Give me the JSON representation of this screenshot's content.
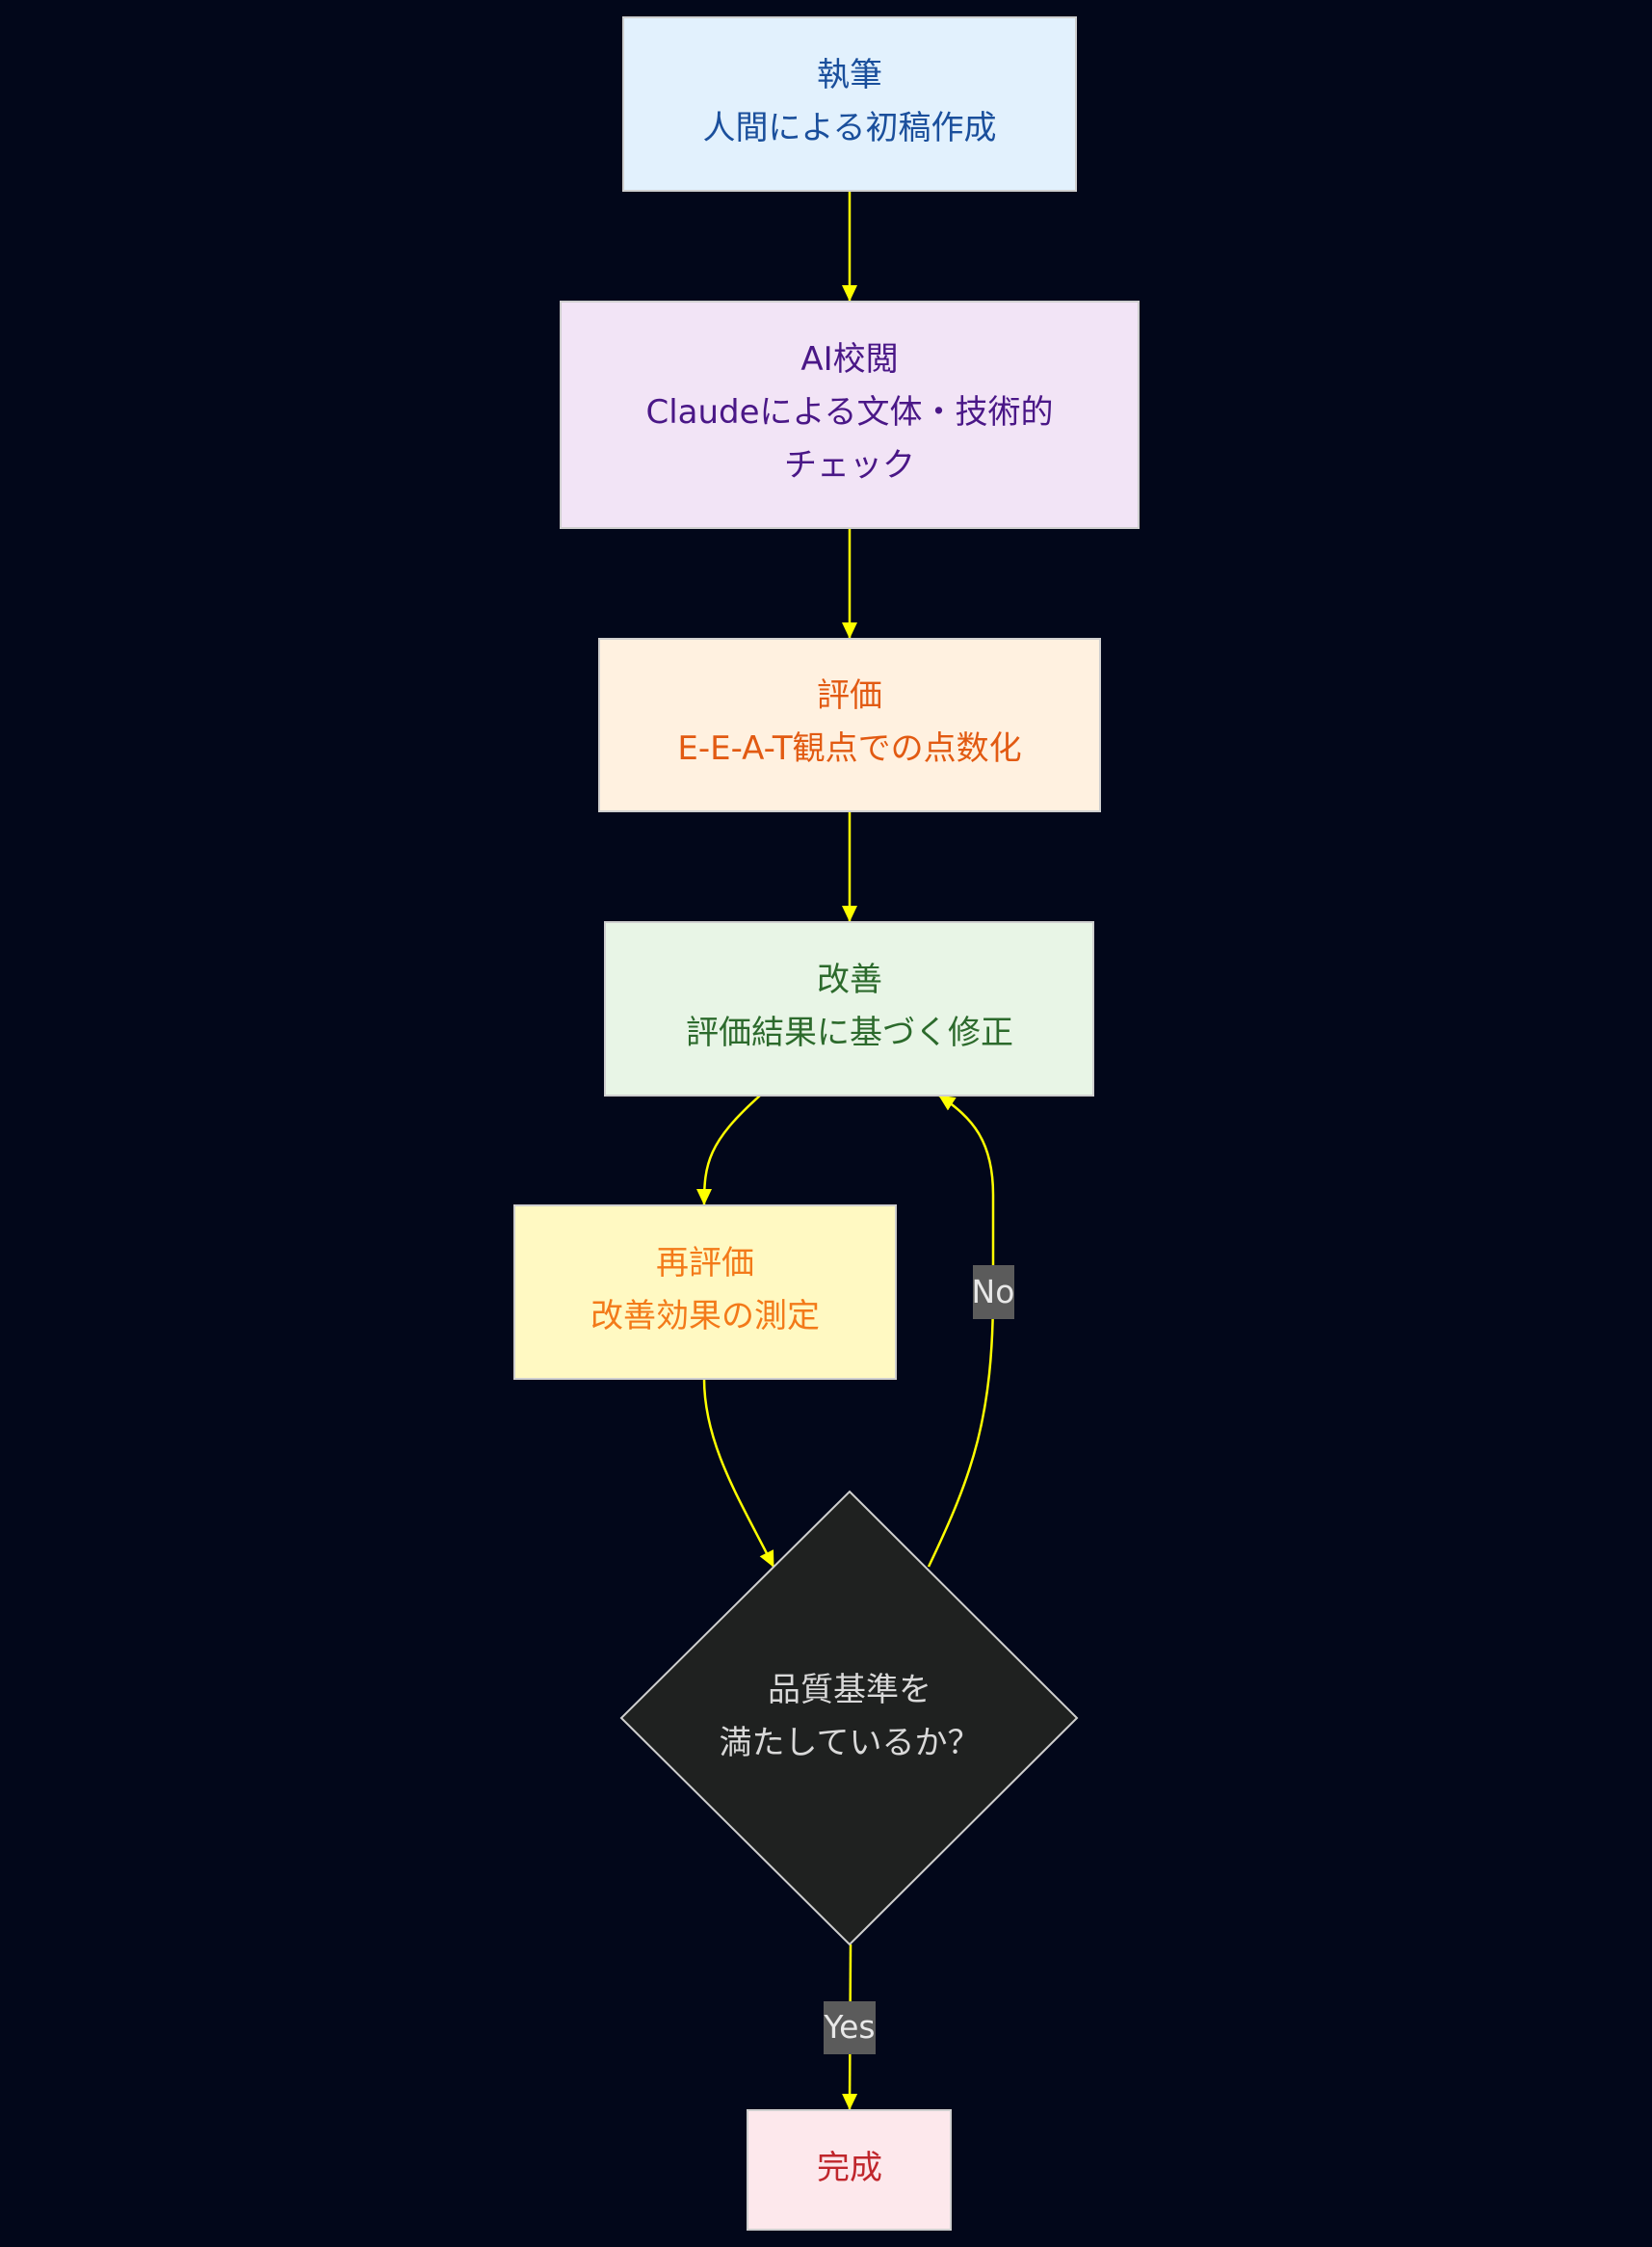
{
  "colors": {
    "background": "#02071a",
    "edge": "#ffff00",
    "node_border": "#cfcfcf",
    "edge_label_bg": "#5b5b5b",
    "edge_label_text": "#e8e8e8"
  },
  "nodes": {
    "write": {
      "title": "執筆",
      "line1": "人間による初稿作成",
      "fill": "#e2f1fd",
      "text_color": "#1a4f9c"
    },
    "ai_review": {
      "title": "AI校閲",
      "line1": "Claudeによる文体・技術的",
      "line2": "チェック",
      "fill": "#f2e4f6",
      "text_color": "#4a1787"
    },
    "evaluate": {
      "title": "評価",
      "line1": "E-E-A-T観点での点数化",
      "fill": "#fff1e0",
      "text_color": "#e25a12"
    },
    "improve": {
      "title": "改善",
      "line1": "評価結果に基づく修正",
      "fill": "#e8f5e6",
      "text_color": "#2c6a2c"
    },
    "reevaluate": {
      "title": "再評価",
      "line1": "改善効果の測定",
      "fill": "#fff9c2",
      "text_color": "#f37a19"
    },
    "decision": {
      "line1": "品質基準を",
      "line2": "満たしているか？",
      "fill": "#1f2120",
      "text_color": "#d9d9d9"
    },
    "done": {
      "title": "完成",
      "fill": "#fde8ec",
      "text_color": "#c0262c"
    }
  },
  "edge_labels": {
    "no": "No",
    "yes": "Yes"
  }
}
